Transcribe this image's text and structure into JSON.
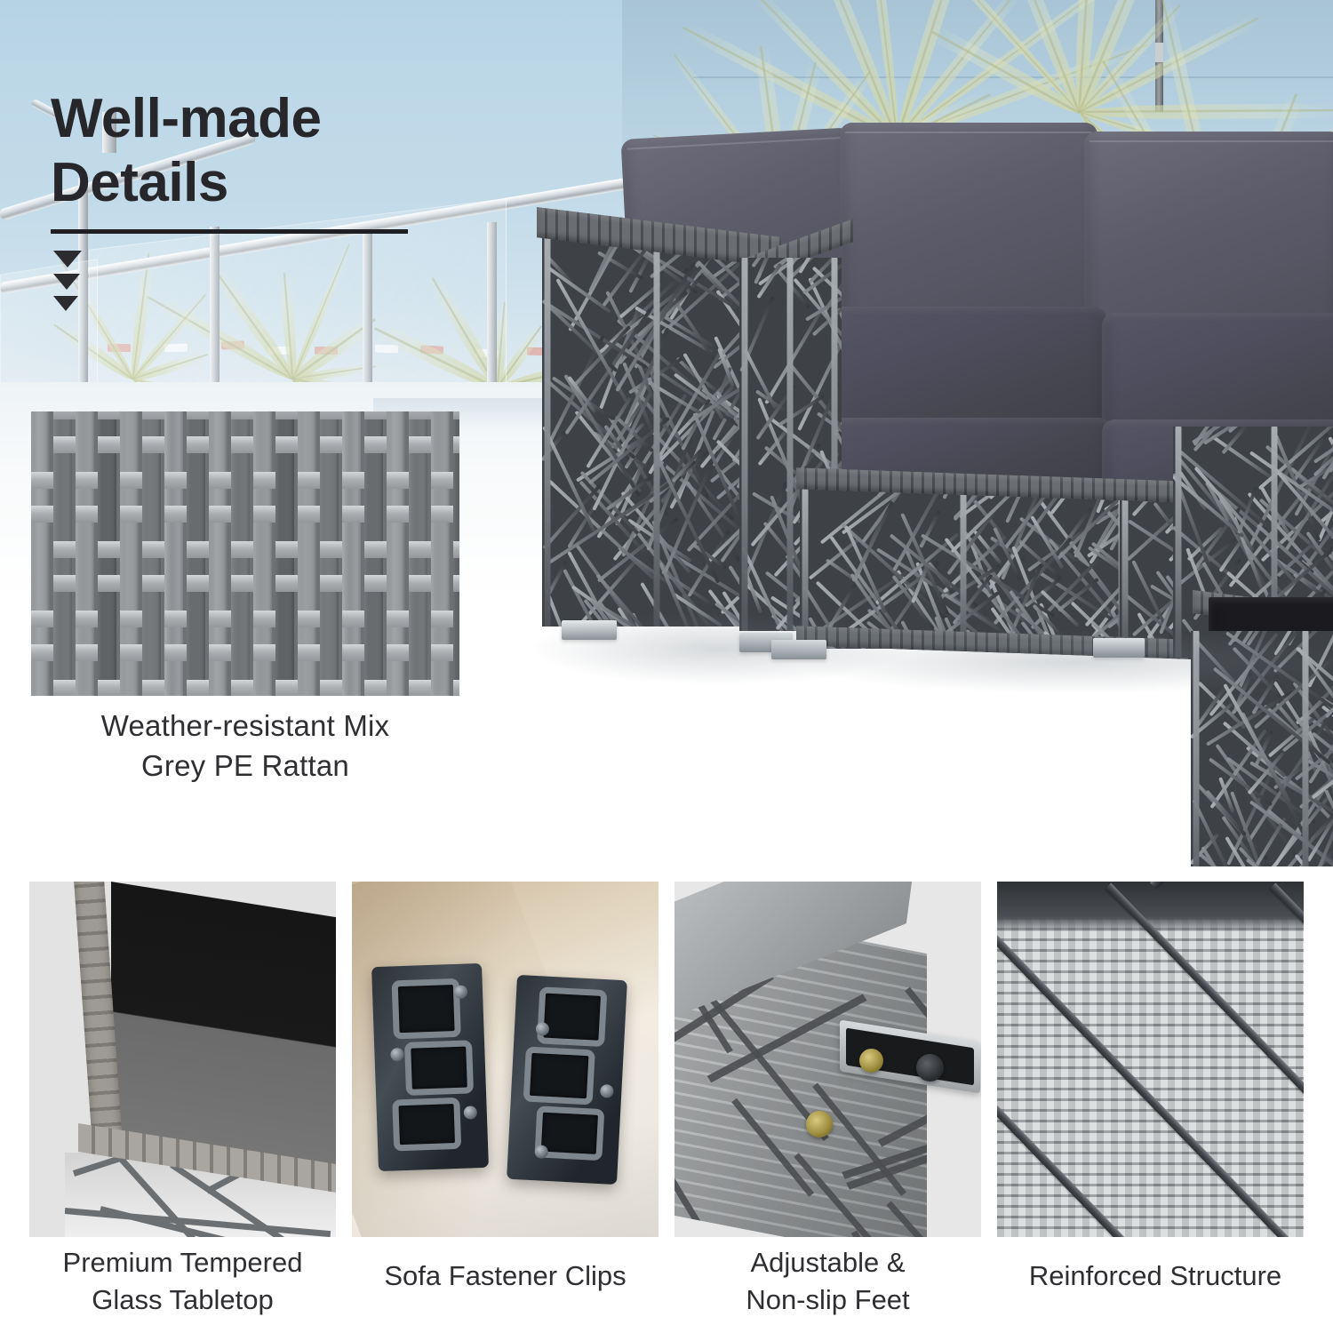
{
  "hero": {
    "headline_line1": "Well-made",
    "headline_line2": "Details",
    "swatch_caption_line1": "Weather-resistant Mix",
    "swatch_caption_line2": "Grey PE Rattan",
    "swatch_name": "mix-grey-pe-rattan-weave-swatch",
    "product_name": "grey-rattan-outdoor-sofa-with-dark-grey-cushions",
    "arrow_icon": "chevron-down-triangle"
  },
  "colors": {
    "headline": "#27262b",
    "rule": "#1f1f23",
    "caption": "#2f2f33",
    "sky": "#c3dbe9",
    "rattan_dark": "#3e4145",
    "rattan_grey": "#8e9295",
    "cushion": "#4d4d59",
    "panel_bg": "#e3e3e3"
  },
  "panels": [
    {
      "caption_line1": "Premium Tempered",
      "caption_line2": "Glass Tabletop",
      "image_name": "tempered-glass-tabletop-corner"
    },
    {
      "caption_line1": "Sofa Fastener Clips",
      "caption_line2": "",
      "image_name": "metal-sofa-fastener-clips-pair"
    },
    {
      "caption_line1": "Adjustable &",
      "caption_line2": "Non-slip Feet",
      "image_name": "adjustable-non-slip-feet-bracket"
    },
    {
      "caption_line1": "Reinforced Structure",
      "caption_line2": "",
      "image_name": "reinforced-cross-braced-rattan-panel"
    }
  ]
}
